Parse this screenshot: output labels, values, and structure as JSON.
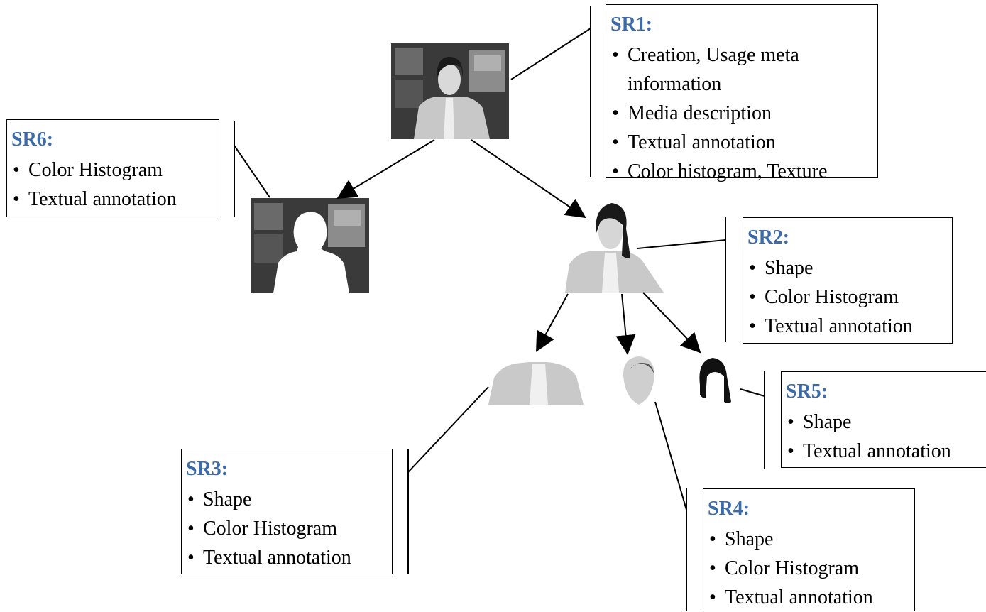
{
  "boxes": {
    "sr1": {
      "title": "SR1:",
      "items": [
        "Creation, Usage meta",
        "information",
        "Media description",
        "Textual annotation",
        "Color histogram, Texture"
      ]
    },
    "sr2": {
      "title": "SR2:",
      "items": [
        "Shape",
        "Color Histogram",
        "Textual annotation"
      ]
    },
    "sr3": {
      "title": "SR3:",
      "items": [
        "Shape",
        "Color Histogram",
        "Textual annotation"
      ]
    },
    "sr4": {
      "title": "SR4:",
      "items": [
        "Shape",
        "Color Histogram",
        "Textual annotation"
      ]
    },
    "sr5": {
      "title": "SR5:",
      "items": [
        "Shape",
        "Textual annotation"
      ]
    },
    "sr6": {
      "title": "SR6:",
      "items": [
        "Color Histogram",
        "Textual annotation"
      ]
    }
  },
  "colors": {
    "title": "#3d6aa8",
    "line": "#000000"
  },
  "images": [
    "full-frame-image",
    "background-segment-image",
    "person-segment-image",
    "body-segment-image",
    "face-segment-image",
    "hair-segment-image"
  ]
}
